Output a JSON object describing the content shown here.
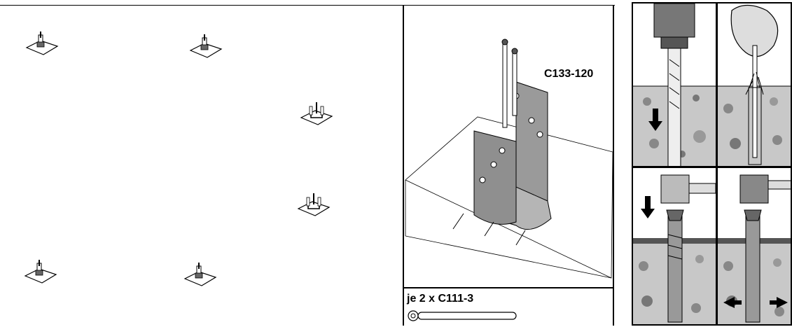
{
  "main_part": {
    "code": "C133-120"
  },
  "fixings": {
    "label": "je 2 x C111-3"
  },
  "placement_icons": [
    {
      "id": "post-base-1"
    },
    {
      "id": "post-base-2"
    },
    {
      "id": "post-base-3"
    },
    {
      "id": "post-base-4"
    },
    {
      "id": "post-base-5"
    },
    {
      "id": "post-base-6"
    }
  ],
  "steps": [
    {
      "id": "drill"
    },
    {
      "id": "clean"
    },
    {
      "id": "hammer"
    },
    {
      "id": "tighten"
    }
  ]
}
